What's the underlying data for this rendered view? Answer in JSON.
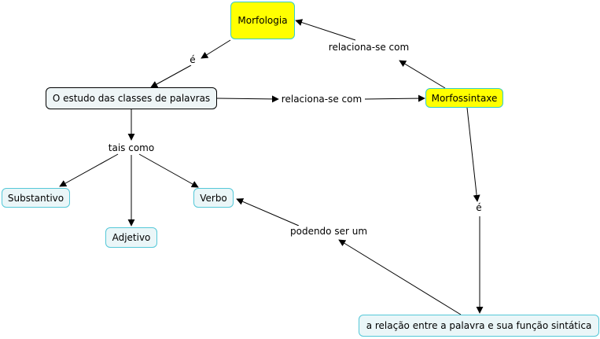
{
  "nodes": {
    "morfologia": "Morfologia",
    "estudo": "O estudo das classes de palavras",
    "morfossintaxe": "Morfossintaxe",
    "substantivo": "Substantivo",
    "adjetivo": "Adjetivo",
    "verbo": "Verbo",
    "relacao": "a relação entre a palavra e sua função sintática"
  },
  "links": {
    "e_1": "é",
    "relaciona_1": "relaciona-se com",
    "relaciona_2": "relaciona-se com",
    "tais_como": "tais como",
    "e_2": "é",
    "podendo": "podendo ser um"
  },
  "colors": {
    "highlight": "#ffff00",
    "node_fill": "#eaf6f8",
    "node_border": "#55c8d8"
  }
}
